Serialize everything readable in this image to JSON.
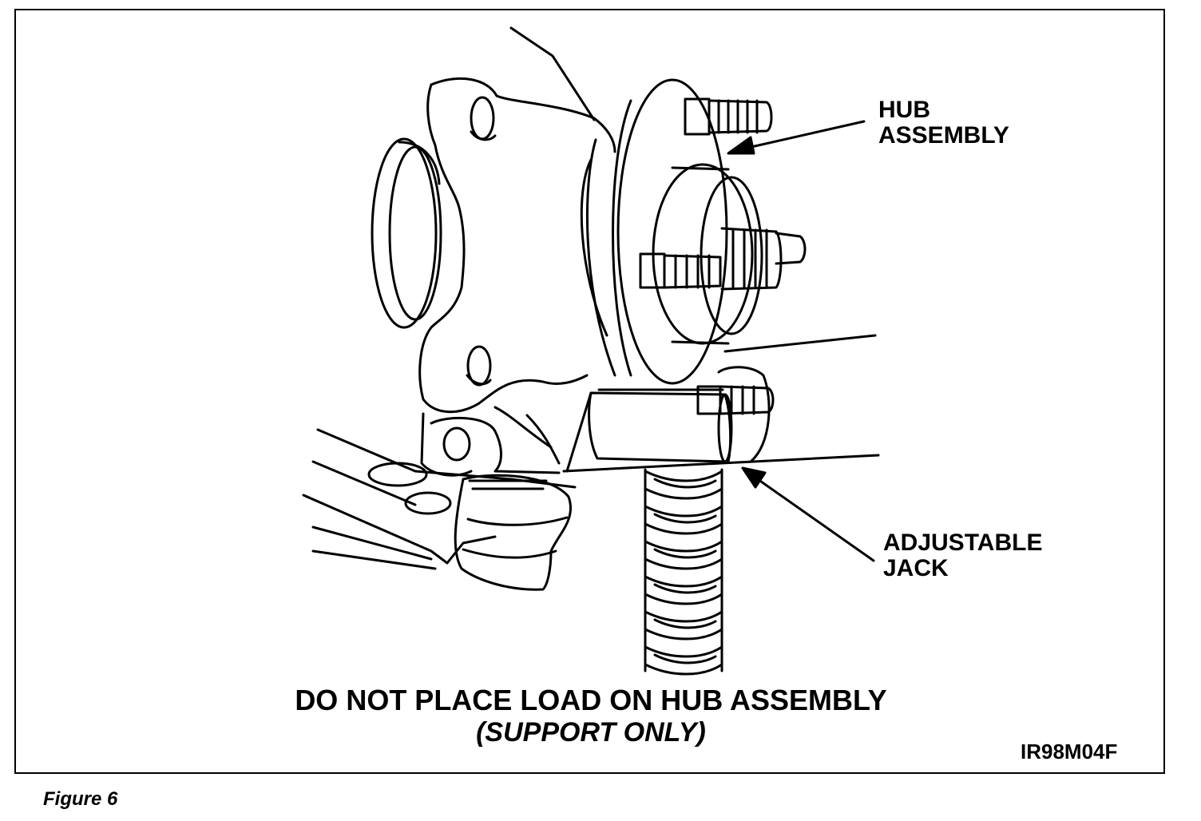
{
  "labels": {
    "hub_assembly": [
      "HUB",
      "ASSEMBLY"
    ],
    "adjustable_jack": [
      "ADJUSTABLE",
      "JACK"
    ]
  },
  "caption": {
    "main": "DO NOT PLACE LOAD ON HUB ASSEMBLY",
    "sub": "(SUPPORT ONLY)"
  },
  "figure_code": "IR98M04F",
  "figure_label": "Figure 6",
  "colors": {
    "ink": "#000000",
    "paper": "#ffffff"
  }
}
